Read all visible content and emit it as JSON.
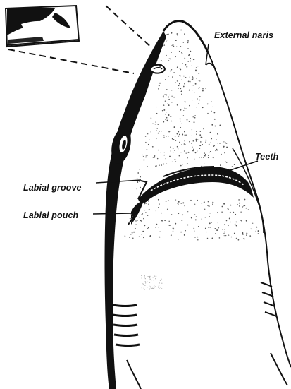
{
  "labels": {
    "external_naris": "External naris",
    "teeth": "Teeth",
    "labial_groove": "Labial groove",
    "labial_pouch": "Labial pouch"
  },
  "colors": {
    "ink": "#111111",
    "background": "#ffffff",
    "stipple": "#555555"
  }
}
